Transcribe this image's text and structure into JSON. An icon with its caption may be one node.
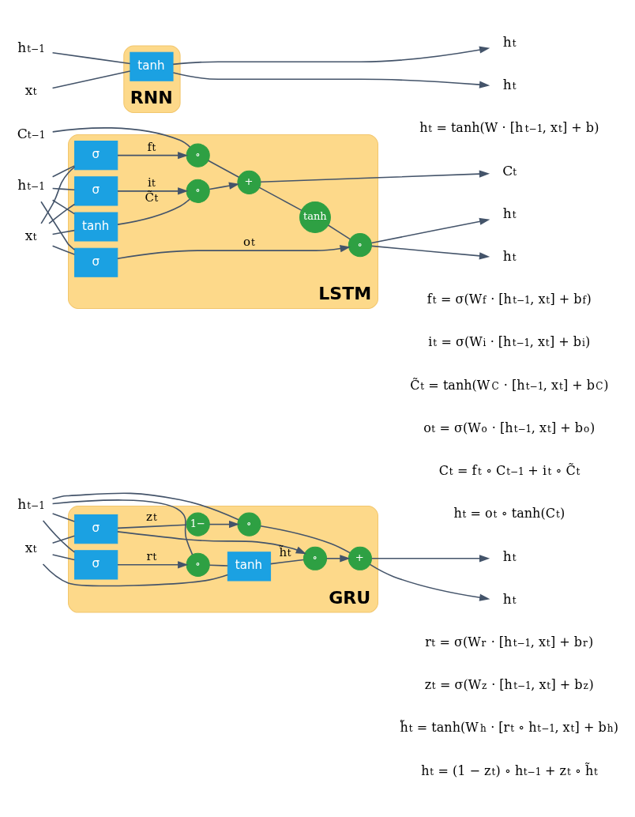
{
  "diagram": {
    "nodes": [
      {
        "text": [
          "RNN"
        ]
      },
      {
        "text": [
          "tanh"
        ],
        "in": 0
      },
      {
        "text": [
          "h$_{t−1}$"
        ]
      },
      {
        "text": [
          "x$_{t}$"
        ]
      },
      {
        "text": [
          "h$_{t}$"
        ]
      },
      {
        "text": [
          "h$_{t}$"
        ]
      },
      {
        "text": [
          "LSTM"
        ]
      },
      {
        "text": [
          "C$_{t−1}$"
        ]
      },
      {
        "text": [
          "h$_{t−1}$"
        ]
      },
      {
        "text": [
          "x$_{t}$"
        ]
      },
      {
        "text": [
          "∘"
        ],
        "in": 6
      },
      {
        "text": [
          "+"
        ],
        "in": 6
      },
      {
        "text": [
          "∘"
        ],
        "in": 6
      },
      {
        "text": [
          "tanh"
        ],
        "in": 6
      },
      {
        "text": [
          "∘"
        ],
        "in": 6
      },
      {
        "text": [
          "σ"
        ],
        "in": 6
      },
      {
        "text": [
          "σ"
        ],
        "in": 6
      },
      {
        "text": [
          "tanh"
        ],
        "in": 6
      },
      {
        "text": [
          "σ"
        ],
        "in": 6
      },
      {
        "text": [
          "C$_{t}$"
        ]
      },
      {
        "text": [
          "h$_{t}$"
        ]
      },
      {
        "text": [
          "h$_{t}$"
        ]
      },
      {
        "text": [
          "GRU"
        ]
      },
      {
        "text": [
          "h$_{t−1}$"
        ]
      },
      {
        "text": [
          "x$_{t}$"
        ]
      },
      {
        "text": [
          "∘"
        ],
        "in": 22
      },
      {
        "text": [
          "∘"
        ],
        "in": 22
      },
      {
        "text": [
          "+"
        ],
        "in": 22
      },
      {
        "text": [
          "1−"
        ],
        "in": 22
      },
      {
        "text": [
          "∘"
        ],
        "in": 22
      },
      {
        "text": [
          "σ"
        ],
        "in": 22
      },
      {
        "text": [
          "σ"
        ],
        "in": 22
      },
      {
        "text": [
          "tanh"
        ],
        "in": 22
      },
      {
        "text": [
          "h$_{t}$"
        ]
      },
      {
        "text": [
          "h$_{t}$"
        ]
      }
    ],
    "edges": [
      {
        "from": 2,
        "to": 1,
        "arrow": "none"
      },
      {
        "from": 3,
        "to": 1,
        "arrow": "none"
      },
      {
        "from": 1,
        "to": 4,
        "arrow": "to"
      },
      {
        "from": 1,
        "to": 5,
        "arrow": "to"
      },
      {
        "from": 7,
        "to": 10,
        "arrow": "none"
      },
      {
        "from": 10,
        "to": 11,
        "arrow": "none"
      },
      {
        "from": 11,
        "to": 19,
        "arrow": "to"
      },
      {
        "from": 11,
        "to": 13,
        "arrow": "none"
      },
      {
        "from": 13,
        "to": 14,
        "arrow": "none"
      },
      {
        "from": 14,
        "to": 20,
        "arrow": "to"
      },
      {
        "from": 14,
        "to": 21,
        "arrow": "to"
      },
      {
        "from": 8,
        "to": 15,
        "arrow": "none"
      },
      {
        "from": 8,
        "to": 16,
        "arrow": "none"
      },
      {
        "from": 8,
        "to": 17,
        "arrow": "none"
      },
      {
        "from": 8,
        "to": 18,
        "arrow": "none"
      },
      {
        "from": 9,
        "to": 15,
        "arrow": "none"
      },
      {
        "from": 9,
        "to": 16,
        "arrow": "none"
      },
      {
        "from": 9,
        "to": 17,
        "arrow": "none"
      },
      {
        "from": 9,
        "to": 18,
        "arrow": "none"
      },
      {
        "from": 15,
        "to": 10,
        "arrow": "to",
        "label": "f$_{t}$"
      },
      {
        "from": 16,
        "to": 12,
        "arrow": "to",
        "label": "i$_{t}$"
      },
      {
        "from": 17,
        "to": 12,
        "arrow": "none",
        "label": "C̃$_{t}$"
      },
      {
        "from": 12,
        "to": 11,
        "arrow": "to"
      },
      {
        "from": 18,
        "to": 14,
        "arrow": "to",
        "label": "o$_{t}$"
      },
      {
        "from": 23,
        "to": 26,
        "arrow": "none"
      },
      {
        "from": 26,
        "to": 27,
        "arrow": "none"
      },
      {
        "from": 27,
        "to": 34,
        "arrow": "to"
      },
      {
        "from": 27,
        "to": 33,
        "arrow": "to"
      },
      {
        "from": 23,
        "to": 25,
        "arrow": "none"
      },
      {
        "from": 23,
        "to": 30,
        "arrow": "none"
      },
      {
        "from": 23,
        "to": 31,
        "arrow": "none"
      },
      {
        "from": 24,
        "to": 30,
        "arrow": "none"
      },
      {
        "from": 24,
        "to": 31,
        "arrow": "none"
      },
      {
        "from": 24,
        "to": 32,
        "arrow": "none"
      },
      {
        "from": 30,
        "to": 25,
        "arrow": "to",
        "label": "r$_{t}$"
      },
      {
        "from": 25,
        "to": 32,
        "arrow": "none"
      },
      {
        "from": 31,
        "to": 28,
        "arrow": "none",
        "label": "z$_{t}$"
      },
      {
        "from": 31,
        "to": 29,
        "arrow": "to"
      },
      {
        "from": 28,
        "to": 26,
        "arrow": "to"
      },
      {
        "from": 32,
        "to": 29,
        "arrow": "none",
        "label": "h̃$_{t}$"
      },
      {
        "from": 29,
        "to": 27,
        "arrow": "to"
      }
    ],
    "labels": [
      "h$_{t}$ = tanh(W · [h$_{t−1}$, x$_{t}$] + b)",
      "f$_{t}$ = σ(W$_{f}$ · [h$_{t−1}$, x$_{t}$] + b$_{f}$)",
      "i$_{t}$ = σ(W$_{i}$ · [h$_{t−1}$, x$_{t}$] + b$_{i}$)",
      "C̃$_{t}$ = tanh(W$_{C}$ · [h$_{t−1}$, x$_{t}$] + b$_{C}$)",
      "o$_{t}$ = σ(W$_{o}$ · [h$_{t−1}$, x$_{t}$] + b$_{o}$)",
      "C$_{t}$ = f$_{t}$ ∘ C$_{t−1}$ + i$_{t}$ ∘ C̃$_{t}$",
      "h$_{t}$ = o$_{t}$ ∘ tanh(C$_{t}$)",
      "r$_{t}$ = σ(W$_{r}$ · [h$_{t−1}$, x$_{t}$] + b$_{r}$)",
      "z$_{t}$ = σ(W$_{z}$ · [h$_{t−1}$, x$_{t}$] + b$_{z}$)",
      "h̃$_{t}$ = tanh(W$_{h}$ · [r$_{t}$ ∘ h$_{t−1}$, x$_{t}$] + b$_{h}$)",
      "h$_{t}$ = (1 − z$_{t}$) ∘ h$_{t−1}$ + z$_{t}$ ∘ h̃$_{t}$"
    ]
  }
}
